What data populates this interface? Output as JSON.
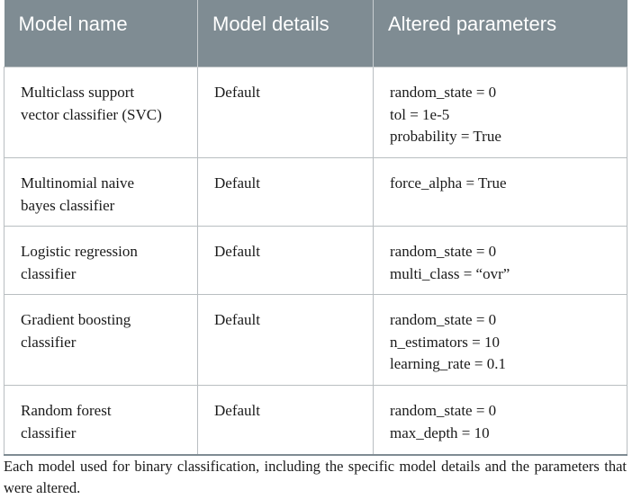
{
  "table": {
    "headers": [
      "Model name",
      "Model details",
      "Altered parameters"
    ],
    "rows": [
      {
        "name": [
          "Multiclass support",
          "vector classifier (SVC)"
        ],
        "details": "Default",
        "params": [
          "random_state = 0",
          "tol = 1e-5",
          "probability = True"
        ]
      },
      {
        "name": [
          "Multinomial naive",
          "bayes classifier"
        ],
        "details": "Default",
        "params": [
          "force_alpha = True"
        ]
      },
      {
        "name": [
          "Logistic regression",
          "classifier"
        ],
        "details": "Default",
        "params": [
          "random_state = 0",
          "multi_class = “ovr”"
        ]
      },
      {
        "name": [
          "Gradient boosting",
          "classifier"
        ],
        "details": "Default",
        "params": [
          "random_state = 0",
          "n_estimators = 10",
          "learning_rate = 0.1"
        ]
      },
      {
        "name": [
          "Random forest",
          "classifier"
        ],
        "details": "Default",
        "params": [
          "random_state = 0",
          "max_depth = 10"
        ]
      }
    ]
  },
  "caption": "Each model used for binary classification, including the specific model details and the parameters that were altered."
}
